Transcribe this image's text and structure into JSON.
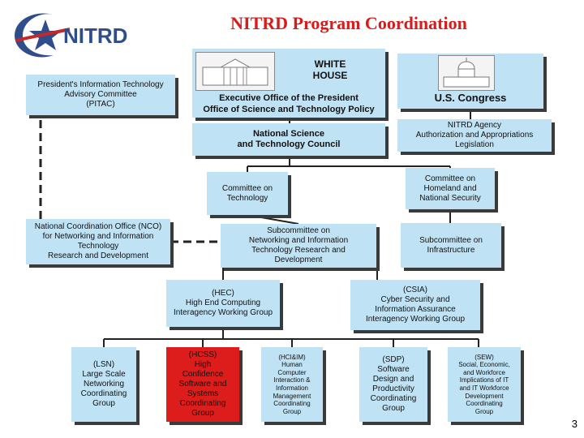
{
  "title": "NITRD Program Coordination",
  "logo_text": "NITRD",
  "page_number": "3",
  "boxes": {
    "pitac": "President's Information Technology\nAdvisory Committee\n(PITAC)",
    "white_house": "WHITE\nHOUSE",
    "eop": "Executive Office of the President\nOffice of Science and Technology Policy",
    "congress": "U.S. Congress",
    "nstc": "National Science\nand Technology Council",
    "agency_auth": "NITRD Agency\nAuthorization and Appropriations\nLegislation",
    "comm_tech": "Committee on\nTechnology",
    "comm_hs": "Committee on\nHomeland and\nNational Security",
    "nco": "National Coordination Office (NCO)\nfor Networking and Information\nTechnology\nResearch and Development",
    "subcomm_nitrd": "Subcommittee on\nNetworking and Information\nTechnology Research and\nDevelopment",
    "subcomm_infra": "Subcommittee on\nInfrastructure",
    "hec": "(HEC)\nHigh End Computing\nInteragency Working Group",
    "csia": "(CSIA)\nCyber Security and\nInformation Assurance\nInteragency Working Group",
    "lsn": "(LSN)\nLarge Scale\nNetworking\nCoordinating\nGroup",
    "hcss": "(HCSS)\nHigh\nConfidence\nSoftware and\nSystems\nCoordinating\nGroup",
    "hciim": "(HCI&IM)\nHuman\nComputer\nInteraction &\nInformation\nManagement\nCoordinating\nGroup",
    "sdp": "(SDP)\nSoftware\nDesign and\nProductivity\nCoordinating\nGroup",
    "sew": "(SEW)\nSocial, Economic,\nand Workforce\nImplications of IT\nand IT Workforce\nDevelopment\nCoordinating\nGroup"
  },
  "colors": {
    "box": "#bfe3f5",
    "highlight": "#dd1c1c",
    "title": "#d81b1b",
    "logo_blue": "#2f4d8c",
    "logo_red": "#c62828"
  }
}
